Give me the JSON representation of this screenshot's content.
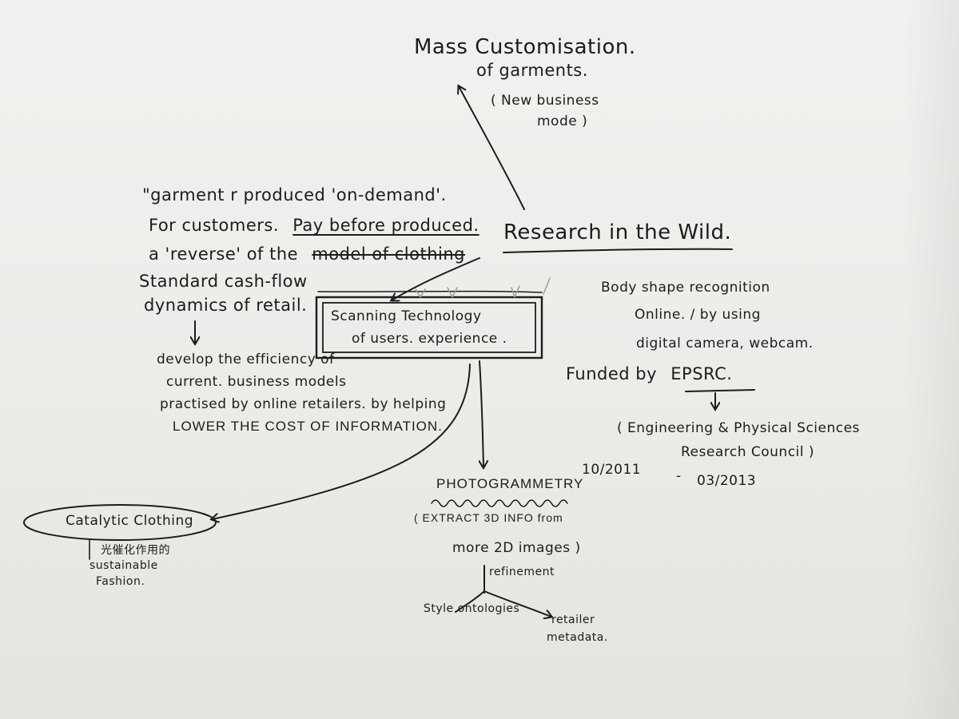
{
  "mass_customisation": {
    "line1": "Mass Customisation.",
    "line2": "of garments.",
    "line3": "( New business",
    "line4": "mode )"
  },
  "research_in_the_wild": "Research in the Wild.",
  "on_demand": {
    "line1": "\"garment r produced 'on-demand'.",
    "line2_prefix": "For customers.",
    "line2_underlined": "Pay before produced.",
    "line3_prefix": "a 'reverse' of the",
    "line3_struck": "model of clothing",
    "line4": "Standard cash-flow",
    "line5": "dynamics of retail."
  },
  "develop": {
    "line1": "develop the efficiency of",
    "line2": "current. business models",
    "line3": "practised by online retailers. by helping",
    "line4": "LOWER THE COST OF INFORMATION."
  },
  "scanning": {
    "line1": "Scanning Technology",
    "line2": "of users. experience ."
  },
  "body_shape": {
    "line1": "Body shape recognition",
    "line2": "Online. / by using",
    "line3": "digital camera, webcam."
  },
  "funded": {
    "prefix": "Funded by",
    "org": "EPSRC."
  },
  "epsrc_full": {
    "line1": "( Engineering & Physical Sciences",
    "line2": "Research Council )"
  },
  "dates": {
    "start": "10/2011",
    "dash": "-",
    "end": "03/2013"
  },
  "photogrammetry": {
    "title": "PHOTOGRAMMETRY",
    "line1": "( EXTRACT 3D INFO from",
    "line2": "more 2D images )"
  },
  "refinement": {
    "label": "refinement",
    "branch_left": "Style ontologies",
    "branch_right_1": "retailer",
    "branch_right_2": "metadata."
  },
  "catalytic": {
    "title": "Catalytic Clothing",
    "chinese": "光催化作用的",
    "line1": "sustainable",
    "line2": "Fashion."
  },
  "colors": {
    "ink": "#1c1c1c",
    "paper": "#efeeeb"
  }
}
